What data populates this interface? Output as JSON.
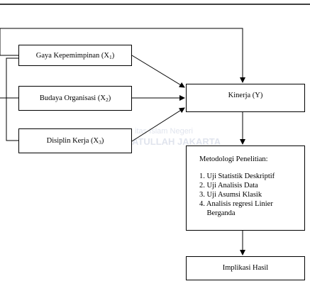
{
  "variables": [
    {
      "id": "x1",
      "label": "Gaya Kepemimpinan (X",
      "subscript": "1",
      "close": ")"
    },
    {
      "id": "x2",
      "label": "Budaya Organisasi (X",
      "subscript": "2",
      "close": ")"
    },
    {
      "id": "x3",
      "label": "Disiplin Kerja (X",
      "subscript": "3",
      "close": ")"
    }
  ],
  "outcome": {
    "label": "Kinerja (Y)"
  },
  "methodology": {
    "title": "Metodologi Penelitian:",
    "items": [
      "1. Uji Statistik Deskriptif",
      "2.  Uji Analisis Data",
      "3. Uji Asumsi Klasik",
      "4. Analisis regresi Linier",
      "    Berganda"
    ]
  },
  "result": {
    "label": "Implikasi Hasil"
  },
  "watermark": {
    "line1": "itas Islam Negeri",
    "line2": "ATULLAH JAKARTA"
  },
  "colors": {
    "line": "#000000",
    "watermark": "#c8cfe0"
  }
}
